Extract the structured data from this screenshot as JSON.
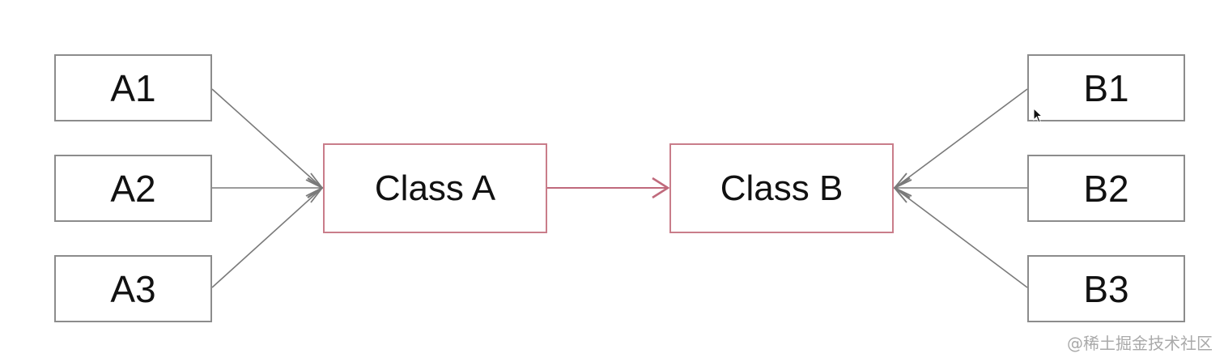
{
  "diagram": {
    "left_nodes": [
      "A1",
      "A2",
      "A3"
    ],
    "right_nodes": [
      "B1",
      "B2",
      "B3"
    ],
    "class_a": "Class A",
    "class_b": "Class B",
    "edges": [
      {
        "from": "A1",
        "to": "Class A"
      },
      {
        "from": "A2",
        "to": "Class A"
      },
      {
        "from": "A3",
        "to": "Class A"
      },
      {
        "from": "Class A",
        "to": "Class B"
      },
      {
        "from": "B1",
        "to": "Class B"
      },
      {
        "from": "B2",
        "to": "Class B"
      },
      {
        "from": "B3",
        "to": "Class B"
      }
    ]
  },
  "colors": {
    "node_border": "#8c8c8c",
    "class_border": "#c97d8a",
    "edge": "#7a7a7a",
    "class_edge": "#c06a7c"
  },
  "watermark": "@稀土掘金技术社区"
}
